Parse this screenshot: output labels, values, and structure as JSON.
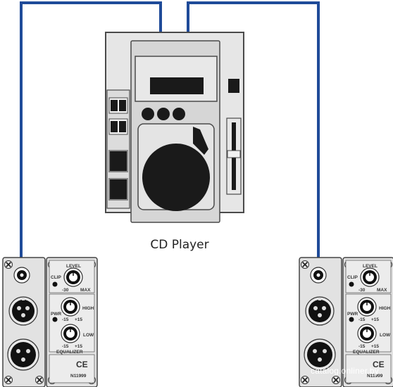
{
  "diagram": {
    "caption": "CD Player",
    "watermark": "catalog.onliner.by",
    "cable_color": "#1f4b99"
  },
  "speaker_panel": {
    "level_label": "LEVEL",
    "clip_label": "CLIP",
    "min_label": "-30",
    "max_label": "MAX",
    "pwr_label": "PWR",
    "high_label": "HIGH",
    "low_label": "LOW",
    "minus_label": "-15",
    "plus_label": "+15",
    "equalizer_label": "EQUALIZER",
    "ce_label": "CE",
    "cert_label": "N11999"
  }
}
